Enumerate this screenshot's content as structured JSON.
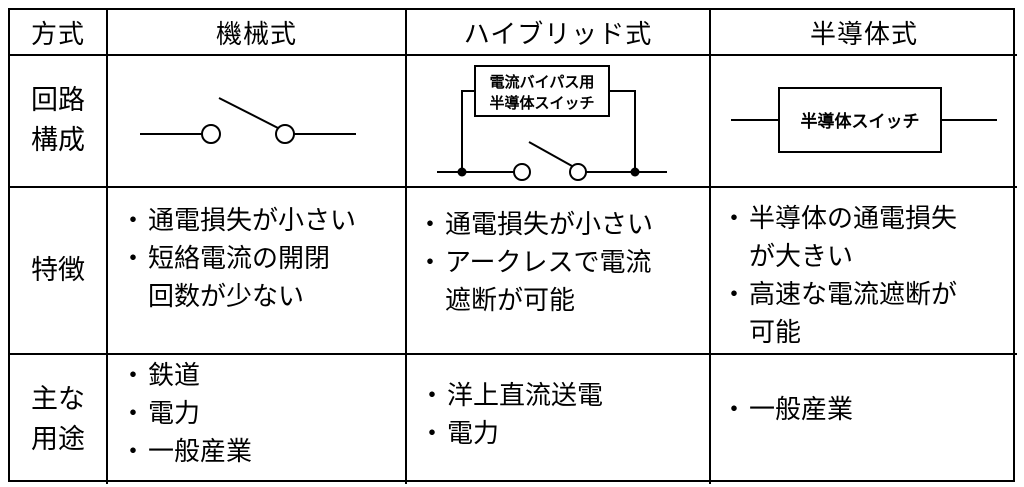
{
  "header": {
    "method": "方式",
    "mechanical": "機械式",
    "hybrid": "ハイブリッド式",
    "semiconductor": "半導体式"
  },
  "rows": {
    "circuit": {
      "label_line1": "回路",
      "label_line2": "構成"
    },
    "features": {
      "label": "特徴"
    },
    "uses": {
      "label_line1": "主な",
      "label_line2": "用途"
    }
  },
  "circuit": {
    "hybrid_box_line1": "電流バイパス用",
    "hybrid_box_line2": "半導体スイッチ",
    "semiconductor_box": "半導体スイッチ"
  },
  "features": {
    "mechanical": [
      "通電損失が小さい",
      "短絡電流の開閉",
      "回数が少ない"
    ],
    "hybrid": [
      "通電損失が小さい",
      "アークレスで電流",
      "遮断が可能"
    ],
    "semiconductor": [
      "半導体の通電損失",
      "が大きい",
      "高速な電流遮断が",
      "可能"
    ]
  },
  "uses": {
    "mechanical": [
      "鉄道",
      "電力",
      "一般産業"
    ],
    "hybrid": [
      "洋上直流送電",
      "電力"
    ],
    "semiconductor": [
      "一般産業"
    ]
  }
}
